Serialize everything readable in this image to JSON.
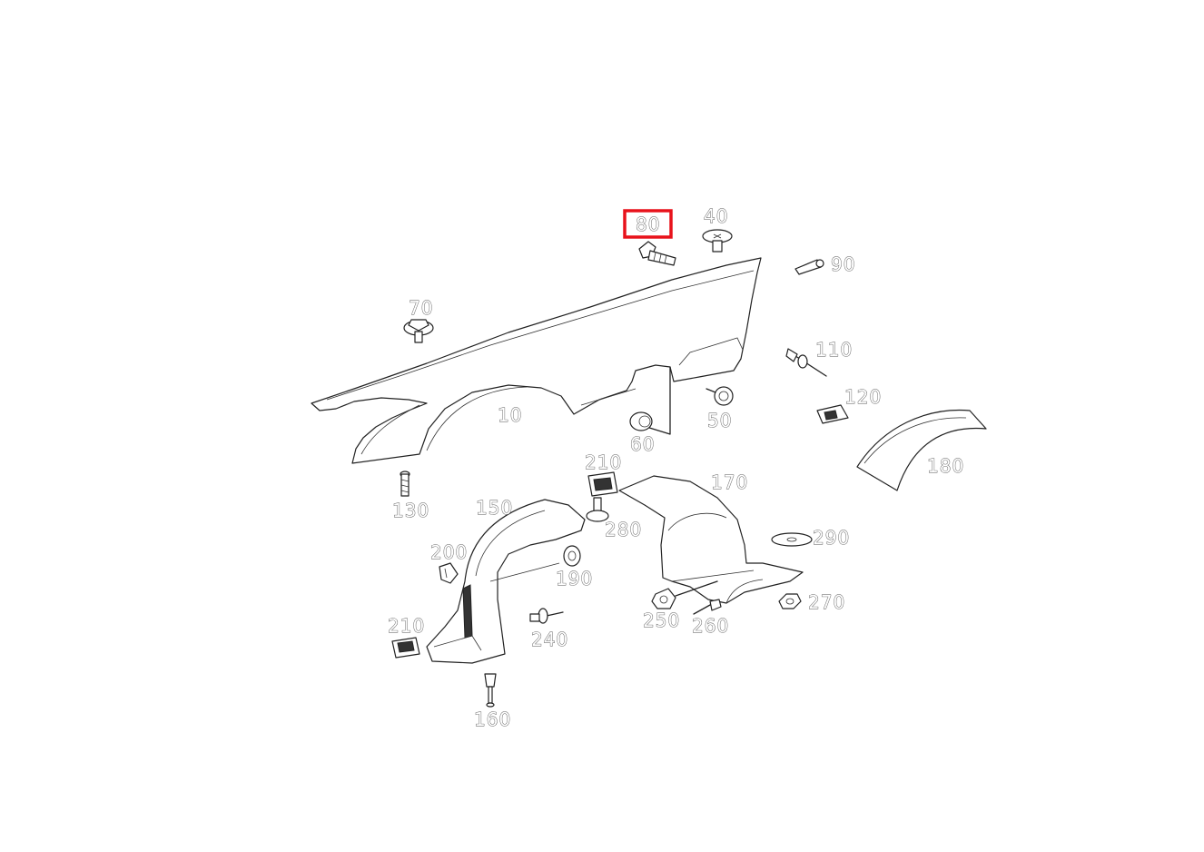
{
  "diagram": {
    "highlighted_part": "80",
    "highlight_color": "#e8121b",
    "line_color": "#222222",
    "background": "#ffffff",
    "parts": [
      {
        "id": "p10",
        "label": "10"
      },
      {
        "id": "p40",
        "label": "40"
      },
      {
        "id": "p50",
        "label": "50"
      },
      {
        "id": "p60",
        "label": "60"
      },
      {
        "id": "p70",
        "label": "70"
      },
      {
        "id": "p80",
        "label": "80"
      },
      {
        "id": "p90",
        "label": "90"
      },
      {
        "id": "p110",
        "label": "110"
      },
      {
        "id": "p120",
        "label": "120"
      },
      {
        "id": "p130",
        "label": "130"
      },
      {
        "id": "p150",
        "label": "150"
      },
      {
        "id": "p160",
        "label": "160"
      },
      {
        "id": "p170",
        "label": "170"
      },
      {
        "id": "p180",
        "label": "180"
      },
      {
        "id": "p190",
        "label": "190"
      },
      {
        "id": "p200",
        "label": "200"
      },
      {
        "id": "p210a",
        "label": "210"
      },
      {
        "id": "p210b",
        "label": "210"
      },
      {
        "id": "p240",
        "label": "240"
      },
      {
        "id": "p250",
        "label": "250"
      },
      {
        "id": "p260",
        "label": "260"
      },
      {
        "id": "p270",
        "label": "270"
      },
      {
        "id": "p280",
        "label": "280"
      },
      {
        "id": "p290",
        "label": "290"
      }
    ]
  }
}
